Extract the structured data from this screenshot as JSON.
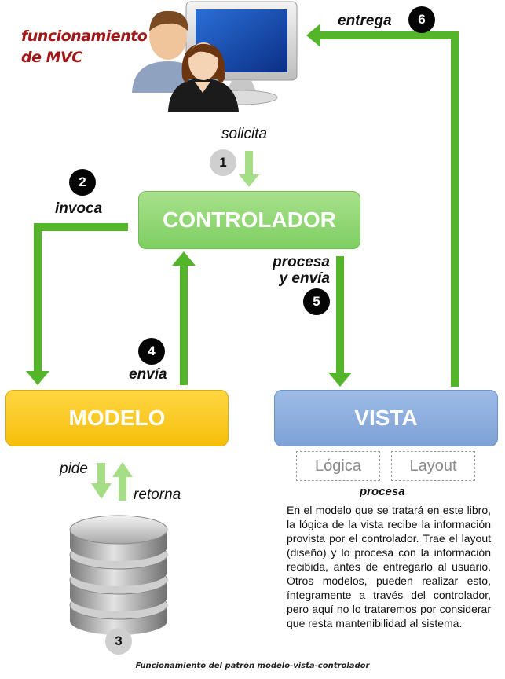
{
  "title": [
    "funcionamiento",
    "de MVC"
  ],
  "boxes": {
    "controller": "CONTROLADOR",
    "model": "MODELO",
    "view": "VISTA"
  },
  "view_parts": [
    "Lógica",
    "Layout"
  ],
  "view_parts_caption": "procesa",
  "steps": {
    "s1": {
      "number": "1",
      "label": "solicita"
    },
    "s2": {
      "number": "2",
      "label": "invoca"
    },
    "s3": {
      "number": "3"
    },
    "s4": {
      "number": "4",
      "label": "envía"
    },
    "s5": {
      "number": "5",
      "label_line1": "procesa",
      "label_line2": "y envía"
    },
    "s6": {
      "number": "6",
      "label": "entrega"
    }
  },
  "db_labels": {
    "down": "pide",
    "up": "retorna"
  },
  "description": "En el modelo que se tratará en este libro, la lógica de la vista recibe la información provista por el controlador. Trae el layout (diseño) y lo procesa con la información recibida, antes de entregarlo al usuario. Otros modelos, pueden realizar esto, íntegramente a través del controlador, pero aquí no lo trataremos por considerar que resta mantenibilidad al sistema.",
  "caption": "Funcionamiento del patrón modelo-vista-controlador",
  "colors": {
    "arrow_green": "#55b52a",
    "arrow_light_green": "#a6de88",
    "title_red": "#a01818"
  }
}
